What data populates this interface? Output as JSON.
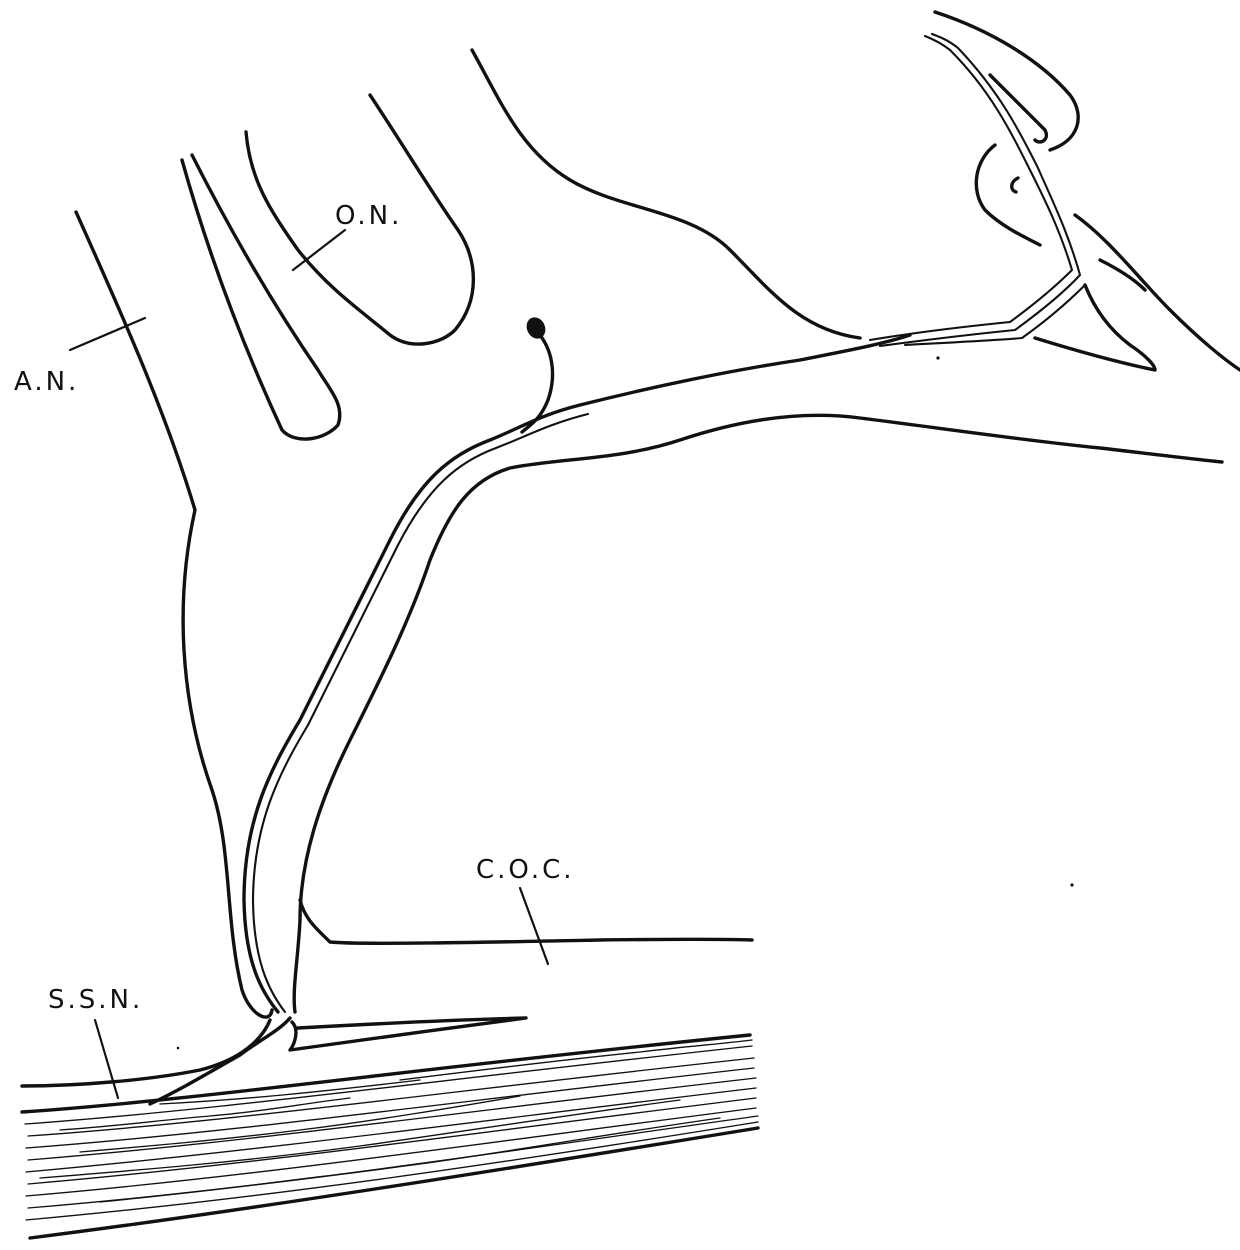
{
  "labels": {
    "on": "O.N.",
    "an": "A.N.",
    "coc": "C.O.C.",
    "ssn": "S.S.N."
  },
  "colors": {
    "ink": "#111111",
    "paper": "#ffffff"
  }
}
